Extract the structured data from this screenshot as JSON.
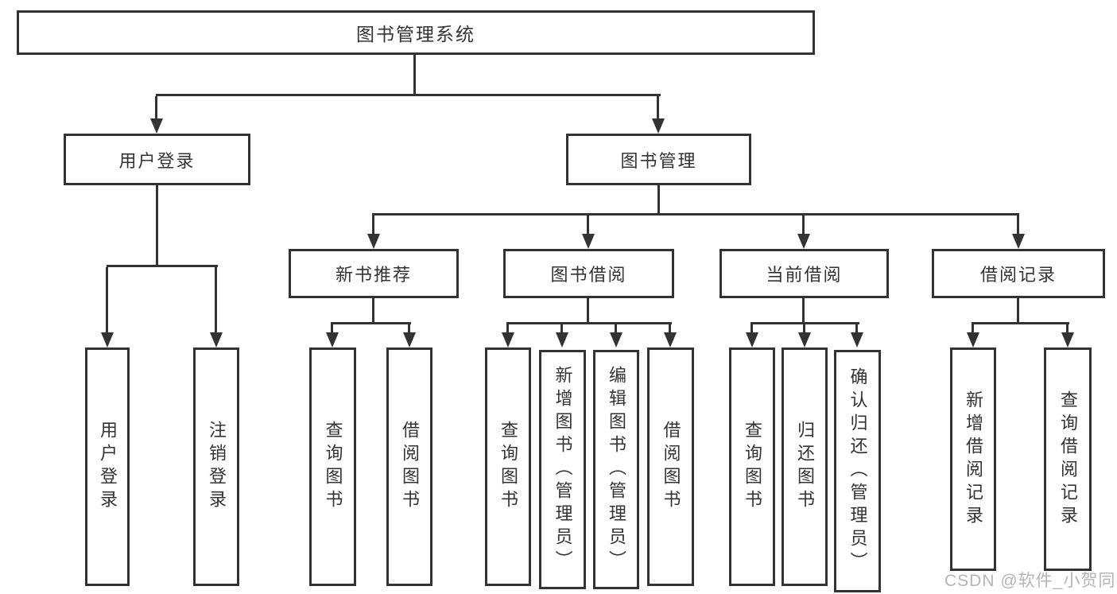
{
  "colors": {
    "line": "#333333",
    "text": "#333333",
    "watermark_gray": "#b8b3b3",
    "background": "#ffffff"
  },
  "nodes": {
    "root": {
      "label": "图书管理系统"
    },
    "level2": [
      {
        "id": "user-login",
        "label": "用户登录"
      },
      {
        "id": "book-management",
        "label": "图书管理"
      }
    ],
    "level3": [
      {
        "id": "new-book-recommend",
        "label": "新书推荐"
      },
      {
        "id": "book-borrowing",
        "label": "图书借阅"
      },
      {
        "id": "current-borrowing",
        "label": "当前借阅"
      },
      {
        "id": "borrowing-records",
        "label": "借阅记录"
      }
    ],
    "leaves": [
      {
        "id": "user-login-leaf",
        "label": "用户登录"
      },
      {
        "id": "logout-leaf",
        "label": "注销登录"
      },
      {
        "id": "query-books-recommend",
        "label": "查询图书"
      },
      {
        "id": "borrow-books-recommend",
        "label": "借阅图书"
      },
      {
        "id": "query-books-borrowing",
        "label": "查询图书"
      },
      {
        "id": "add-books-admin",
        "label": "新增图书（管理员）"
      },
      {
        "id": "edit-books-admin",
        "label": "编辑图书（管理员）"
      },
      {
        "id": "borrow-books-borrowing",
        "label": "借阅图书"
      },
      {
        "id": "query-books-current",
        "label": "查询图书"
      },
      {
        "id": "return-books",
        "label": "归还图书"
      },
      {
        "id": "confirm-return-admin",
        "label": "确认归还（管理员）"
      },
      {
        "id": "add-borrow-record",
        "label": "新增借阅记录"
      },
      {
        "id": "query-borrow-record",
        "label": "查询借阅记录"
      }
    ]
  },
  "watermark": {
    "text": "CSDN @软件_小贺同学"
  }
}
